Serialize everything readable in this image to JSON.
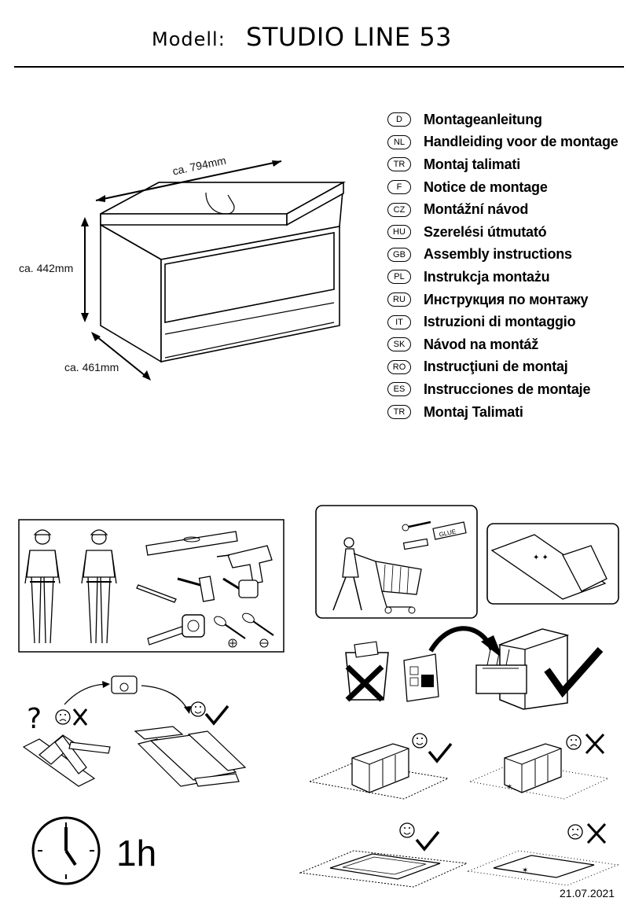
{
  "header": {
    "model_label": "Modell:",
    "model_name": "STUDIO LINE 53"
  },
  "dimensions": {
    "width": "ca. 794mm",
    "height": "ca. 442mm",
    "depth": "ca. 461mm"
  },
  "languages": [
    {
      "code": "D",
      "text": "Montageanleitung"
    },
    {
      "code": "NL",
      "text": "Handleiding voor de montage"
    },
    {
      "code": "TR",
      "text": "Montaj talimati"
    },
    {
      "code": "F",
      "text": "Notice de montage"
    },
    {
      "code": "CZ",
      "text": "Montážní návod"
    },
    {
      "code": "HU",
      "text": "Szerelési útmutató"
    },
    {
      "code": "GB",
      "text": "Assembly instructions"
    },
    {
      "code": "PL",
      "text": "Instrukcja montażu"
    },
    {
      "code": "RU",
      "text": "Инструкция по монтажу"
    },
    {
      "code": "IT",
      "text": "Istruzioni di montaggio"
    },
    {
      "code": "SK",
      "text": "Návod na montáž"
    },
    {
      "code": "RO",
      "text": "Instrucţiuni de montaj"
    },
    {
      "code": "ES",
      "text": "Instrucciones de montaje"
    },
    {
      "code": "TR",
      "text": "Montaj Talimati"
    }
  ],
  "illustrations": {
    "glue_label": "GLUE",
    "duration": "1h",
    "question_mark": "?"
  },
  "footer": {
    "date": "21.07.2021"
  },
  "icons": [
    "clock-icon",
    "phone-icon",
    "smiley-happy-icon",
    "smiley-sad-icon",
    "check-icon",
    "cross-icon",
    "screwdriver-icon",
    "hammer-icon",
    "drill-icon",
    "tape-measure-icon",
    "pencil-icon",
    "level-icon",
    "shopping-cart-icon",
    "trash-bin-icon",
    "file-cabinet-icon"
  ]
}
